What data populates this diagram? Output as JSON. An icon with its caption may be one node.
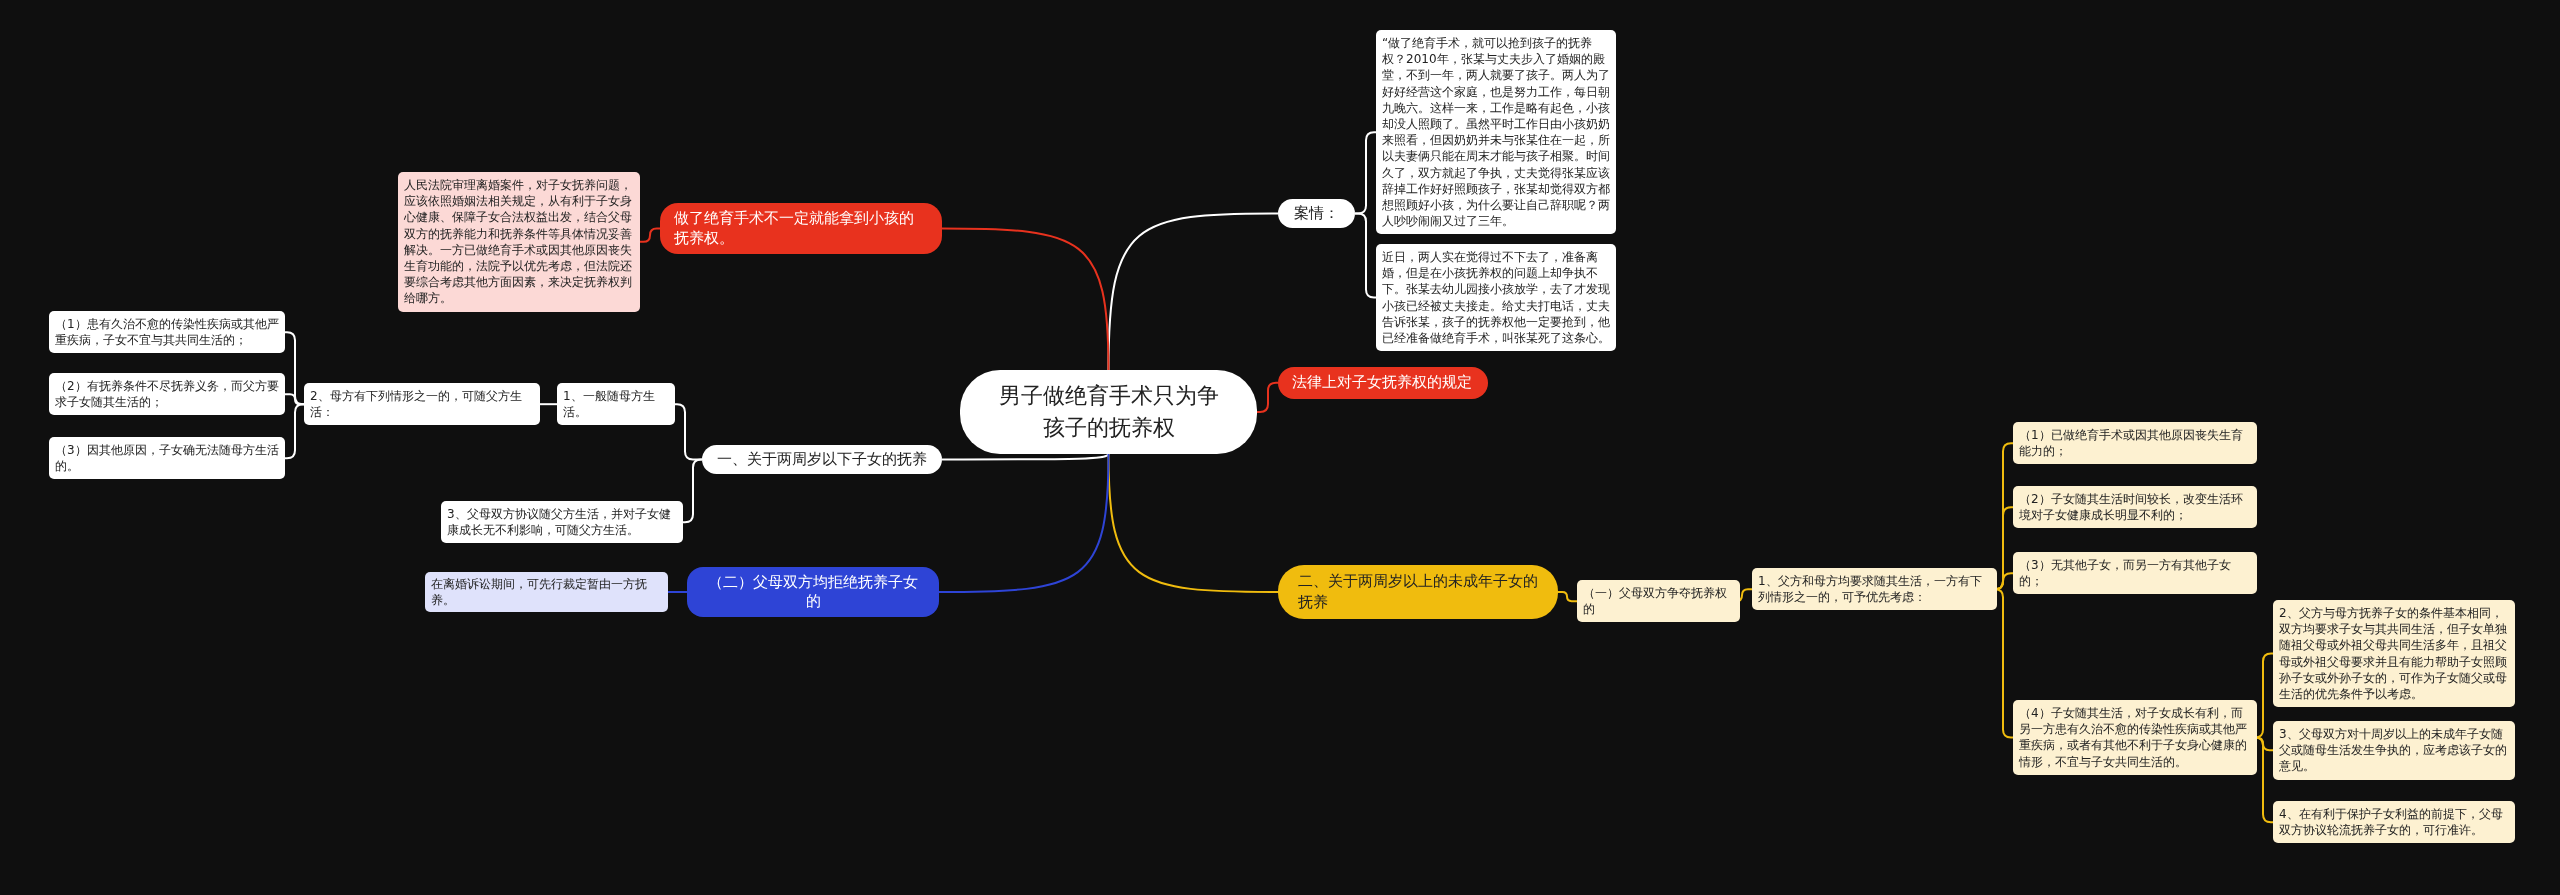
{
  "diagram": {
    "nodes": [
      {
        "text": [
          "男子做绝育手术只为争孩子的抚养权"
        ]
      },
      {
        "text": [
          "案情："
        ]
      },
      {
        "text": [
          "“做了绝育手术，就可以抢到孩子的抚养权？2010年，张某与丈夫步入了婚姻的殿堂，不到一年，两人就要了孩子。两人为了好好经营这个家庭，也是努力工作，每日朝九晚六。这样一来，工作是略有起色，小孩却没人照顾了。虽然平时工作日由小孩奶奶来照看，但因奶奶并未与张某住在一起，所以夫妻俩只能在周末才能与孩子相聚。时间久了，双方就起了争执，丈夫觉得张某应该辞掉工作好好照顾孩子，张某却觉得双方都想照顾好小孩，为什么要让自己辞职呢？两人吵吵闹闹又过了三年。"
        ]
      },
      {
        "text": [
          "近日，两人实在觉得过不下去了，准备离婚，但是在小孩抚养权的问题上却争执不下。张某去幼儿园接小孩放学，去了才发现小孩已经被丈夫接走。给丈夫打电话，丈夫告诉张某，孩子的抚养权他一定要抢到，他已经准备做绝育手术，叫张某死了这条心。"
        ]
      },
      {
        "text": [
          "法律上对子女抚养权的规定"
        ]
      },
      {
        "text": [
          "二、关于两周岁以上的未成年子女的抚养"
        ]
      },
      {
        "text": [
          "（一）父母双方争夺抚养权的"
        ]
      },
      {
        "text": [
          "1、父方和母方均要求随其生活，一方有下列情形之一的，可予优先考虑："
        ]
      },
      {
        "text": [
          "（1）已做绝育手术或因其他原因丧失生育能力的；"
        ]
      },
      {
        "text": [
          "（2）子女随其生活时间较长，改变生活环境对子女健康成长明显不利的；"
        ]
      },
      {
        "text": [
          "（3）无其他子女，而另一方有其他子女的；"
        ]
      },
      {
        "text": [
          "（4）子女随其生活，对子女成长有利，而另一方患有久治不愈的传染性疾病或其他严重疾病，或者有其他不利于子女身心健康的情形，不宜与子女共同生活的。"
        ]
      },
      {
        "text": [
          "2、父方与母方抚养子女的条件基本相同，双方均要求子女与其共同生活，但子女单独随祖父母或外祖父母共同生活多年，且祖父母或外祖父母要求并且有能力帮助子女照顾孙子女或外孙子女的，可作为子女随父或母生活的优先条件予以考虑。"
        ]
      },
      {
        "text": [
          "3、父母双方对十周岁以上的未成年子女随父或随母生活发生争执的，应考虑该子女的意见。"
        ]
      },
      {
        "text": [
          "4、在有利于保护子女利益的前提下，父母双方协议轮流抚养子女的，可行准许。"
        ]
      },
      {
        "text": [
          "做了绝育手术不一定就能拿到小孩的抚养权。"
        ]
      },
      {
        "text": [
          "人民法院审理离婚案件，对子女抚养问题，应该依照婚姻法相关规定，从有利于子女身心健康、保障子女合法权益出发，结合父母双方的抚养能力和抚养条件等具体情况妥善解决。一方已做绝育手术或因其他原因丧失生育功能的，法院予以优先考虑，但法院还要综合考虑其他方面因素，来决定抚养权判给哪方。"
        ]
      },
      {
        "text": [
          "一、关于两周岁以下子女的抚养"
        ]
      },
      {
        "text": [
          "1、一般随母方生活。"
        ]
      },
      {
        "text": [
          "2、母方有下列情形之一的，可随父方生活："
        ]
      },
      {
        "text": [
          "（1）患有久治不愈的传染性疾病或其他严重疾病，子女不宜与其共同生活的；"
        ]
      },
      {
        "text": [
          "（2）有抚养条件不尽抚养义务，而父方要求子女随其生活的；"
        ]
      },
      {
        "text": [
          "（3）因其他原因，子女确无法随母方生活的。"
        ]
      },
      {
        "text": [
          "3、父母双方协议随父方生活，并对子女健康成长无不利影响，可随父方生活。"
        ]
      },
      {
        "text": [
          "（二）父母双方均拒绝抚养子女的"
        ]
      },
      {
        "text": [
          "在离婚诉讼期间，可先行裁定暂由一方抚养。"
        ]
      }
    ],
    "edges": [
      {
        "from": 0,
        "to": 1,
        "arrow": "none",
        "color": "#ffffff"
      },
      {
        "from": 1,
        "to": 2,
        "arrow": "none",
        "color": "#ffffff"
      },
      {
        "from": 1,
        "to": 3,
        "arrow": "none",
        "color": "#ffffff"
      },
      {
        "from": 0,
        "to": 4,
        "arrow": "none",
        "color": "#e8321e"
      },
      {
        "from": 0,
        "to": 5,
        "arrow": "none",
        "color": "#f0bc0e"
      },
      {
        "from": 5,
        "to": 6,
        "arrow": "none",
        "color": "#f0bc0e"
      },
      {
        "from": 6,
        "to": 7,
        "arrow": "none",
        "color": "#f0bc0e"
      },
      {
        "from": 7,
        "to": 8,
        "arrow": "none",
        "color": "#f0bc0e"
      },
      {
        "from": 7,
        "to": 9,
        "arrow": "none",
        "color": "#f0bc0e"
      },
      {
        "from": 7,
        "to": 10,
        "arrow": "none",
        "color": "#f0bc0e"
      },
      {
        "from": 7,
        "to": 11,
        "arrow": "none",
        "color": "#f0bc0e"
      },
      {
        "from": 11,
        "to": 12,
        "arrow": "none",
        "color": "#f0bc0e"
      },
      {
        "from": 11,
        "to": 13,
        "arrow": "none",
        "color": "#f0bc0e"
      },
      {
        "from": 11,
        "to": 14,
        "arrow": "none",
        "color": "#f0bc0e"
      },
      {
        "from": 0,
        "to": 15,
        "arrow": "none",
        "color": "#e8321e"
      },
      {
        "from": 15,
        "to": 16,
        "arrow": "none",
        "color": "#e8321e"
      },
      {
        "from": 0,
        "to": 17,
        "arrow": "none",
        "color": "#ffffff"
      },
      {
        "from": 17,
        "to": 18,
        "arrow": "none",
        "color": "#ffffff"
      },
      {
        "from": 18,
        "to": 19,
        "arrow": "none",
        "color": "#ffffff"
      },
      {
        "from": 19,
        "to": 20,
        "arrow": "none",
        "color": "#ffffff"
      },
      {
        "from": 19,
        "to": 21,
        "arrow": "none",
        "color": "#ffffff"
      },
      {
        "from": 19,
        "to": 22,
        "arrow": "none",
        "color": "#ffffff"
      },
      {
        "from": 17,
        "to": 23,
        "arrow": "none",
        "color": "#ffffff"
      },
      {
        "from": 0,
        "to": 24,
        "arrow": "none",
        "color": "#2e44d6"
      },
      {
        "from": 24,
        "to": 25,
        "arrow": "none",
        "color": "#2e44d6"
      }
    ]
  }
}
